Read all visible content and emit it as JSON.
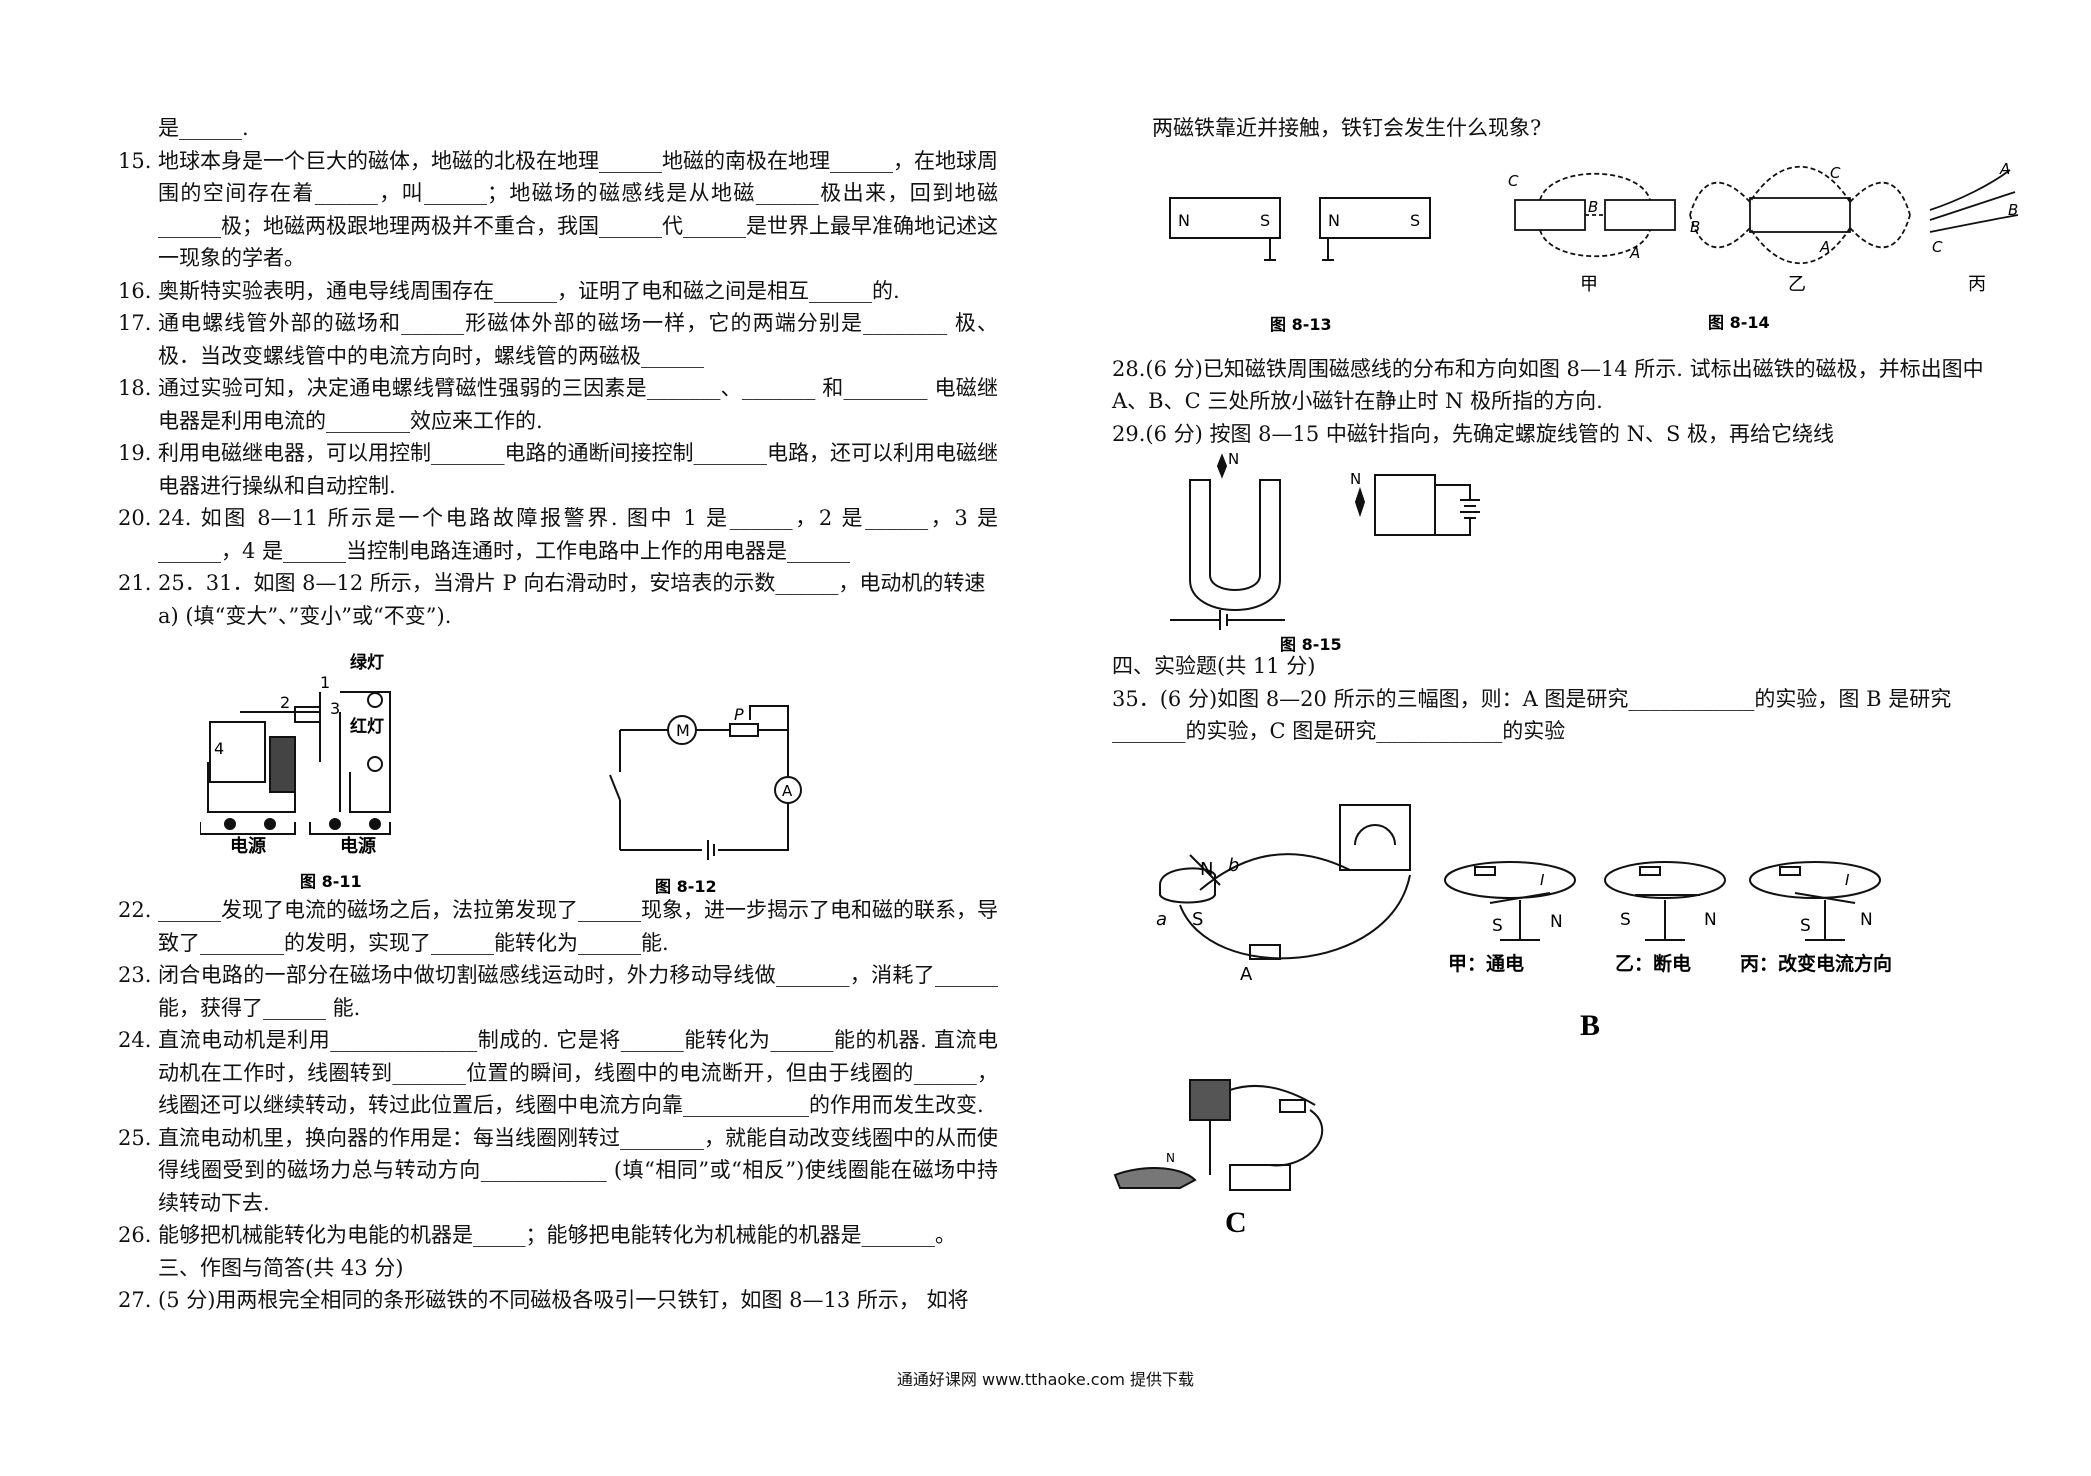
{
  "left": {
    "top_line": "是______.",
    "questions": [
      {
        "num": "15.",
        "text": "地球本身是一个巨大的磁体，地磁的北极在地理______地磁的南极在地理______，在地球周围的空间存在着______，叫______；地磁场的磁感线是从地磁______极出来，回到地磁______极；地磁两极跟地理两极并不重合，我国______代______是世界上最早准确地记述这一现象的学者。"
      },
      {
        "num": "16.",
        "text": "奥斯特实验表明，通电导线周围存在______，证明了电和磁之间是相互______的."
      },
      {
        "num": "17.",
        "text": "通电螺线管外部的磁场和______形磁体外部的磁场一样，它的两端分别是________ 极、极．当改变螺线管中的电流方向时，螺线管的两磁极______"
      },
      {
        "num": "18.",
        "text": "通过实验可知，决定通电螺线臂磁性强弱的三因素是_______、_______ 和________ 电磁继电器是利用电流的________效应来工作的."
      },
      {
        "num": "19.",
        "text": "利用电磁继电器，可以用控制_______电路的通断间接控制_______电路，还可以利用电磁继电器进行操纵和自动控制."
      },
      {
        "num": "20.",
        "text": "24. 如图 8—11 所示是一个电路故障报警界. 图中 1 是______，2 是______，3 是______，4 是______当控制电路连通时，工作电路中上作的用电器是______"
      },
      {
        "num": "21.",
        "text": "25．31．如图 8—12 所示，当滑片 P 向右滑动时，安培表的示数______，电动机的转速"
      }
    ],
    "q21_tail": "a)    (填“变大”、”变小”或“不变”).",
    "fig11": {
      "caption": "图 8-11",
      "green": "绿灯",
      "red": "红灯",
      "power1": "电源",
      "power2": "电源",
      "n1": "1",
      "n2": "2",
      "n3": "3",
      "n4": "4"
    },
    "fig12": {
      "caption": "图 8-12",
      "motor": "M",
      "ammeter": "A",
      "slider": "P"
    },
    "questions2": [
      {
        "num": "22.",
        "text": "______发现了电流的磁场之后，法拉第发现了______现象，进一步揭示了电和磁的联系，导致了________的发明，实现了______能转化为______能."
      },
      {
        "num": "23.",
        "text": "闭合电路的一部分在磁场中做切割磁感线运动时，外力移动导线做_______，消耗了______能，获得了______ 能."
      },
      {
        "num": "24.",
        "text": "直流电动机是利用______________制成的. 它是将______能转化为______能的机器. 直流电动机在工作时，线圈转到_______位置的瞬间，线圈中的电流断开，但由于线圈的______，线圈还可以继续转动，转过此位置后，线圈中电流方向靠____________的作用而发生改变."
      },
      {
        "num": "25.",
        "text": "直流电动机里，换向器的作用是：每当线圈刚转过________，就能自动改变线圈中的从而使得线圈受到的磁场力总与转动方向____________ (填“相同”或“相反”)使线圈能在磁场中持续转动下去."
      },
      {
        "num": "26.",
        "text": "能够把机械能转化为电能的机器是_____；能够把电能转化为机械能的机器是_______。"
      }
    ],
    "section3": "三、作图与简答(共 43 分)",
    "q27": {
      "num": "27.",
      "text": "(5 分)用两根完全相同的条形磁铁的不同磁极各吸引一只铁钉，如图 8—13 所示， 如将"
    }
  },
  "right": {
    "q27_cont": "两磁铁靠近并接触，铁钉会发生什么现象?",
    "fig13": {
      "caption": "图 8-13",
      "N1": "N",
      "S1": "S",
      "N2": "N",
      "S2": "S"
    },
    "fig14": {
      "caption": "图 8-14",
      "jia": "甲",
      "yi": "乙",
      "bing": "丙",
      "A": "A",
      "B": "B",
      "C": "C"
    },
    "q28": "28.(6 分)已知磁铁周围磁感线的分布和方向如图 8—14 所示. 试标出磁铁的磁极，并标出图中 A、B、C 三处所放小磁针在静止时 N 极所指的方向.",
    "q29": "29.(6 分) 按图 8—15 中磁针指向，先确定螺旋线管的 N、S 极，再给它绕线",
    "fig15": {
      "caption": "图 8-15",
      "N1": "N",
      "N2": "N"
    },
    "section4": "四、实验题(共 11 分)",
    "q35": "35．(6 分)如图 8—20 所示的三幅图，则：A 图是研究____________的实验，图 B 是研究_______的实验，C 图是研究____________的实验",
    "figA": {
      "N": "N",
      "S": "S",
      "a": "a",
      "b": "b",
      "A": "A"
    },
    "figB": {
      "label": "B",
      "jia": "甲：通电",
      "yi": "乙：断电",
      "bing": "丙：改变电流方向",
      "S": "S",
      "N": "N",
      "I": "I"
    },
    "figC": {
      "label": "C",
      "N": "N"
    }
  },
  "footer": "通通好课网  www.tthaoke.com  提供下载"
}
